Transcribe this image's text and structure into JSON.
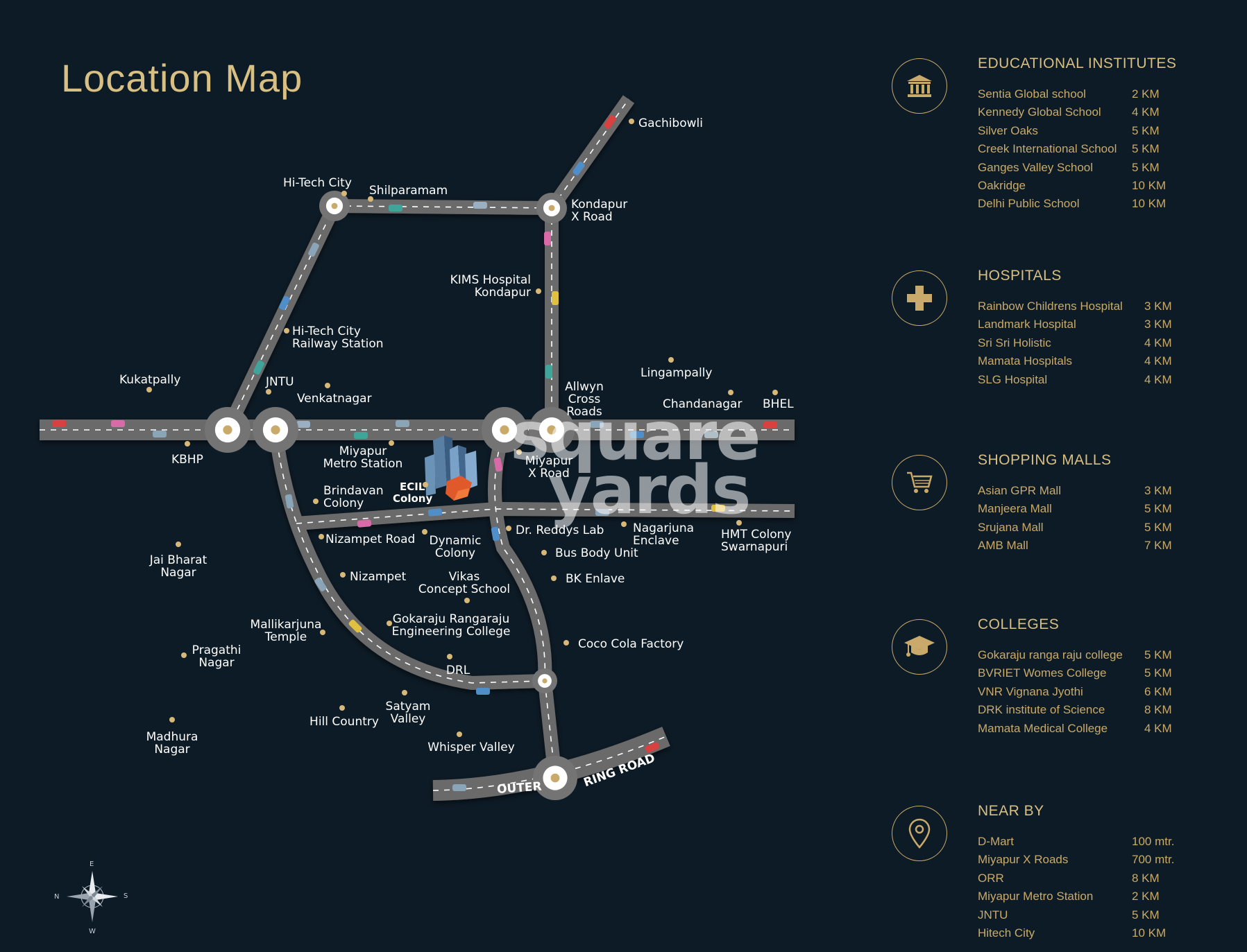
{
  "page_title": "Location Map",
  "watermark": {
    "line1": "square",
    "line2": "yards"
  },
  "roads": {
    "outer_ring_road_label_1": "OUTER",
    "outer_ring_road_label_2": "RING ROAD"
  },
  "project": {
    "name_line1": "ECIL",
    "name_line2": "Colony"
  },
  "compass": {
    "north": "N",
    "south": "S",
    "east": "E",
    "west": "W"
  },
  "places": [
    {
      "id": "gachibowli",
      "lines": [
        "Gachibowli"
      ]
    },
    {
      "id": "hitech-city",
      "lines": [
        "Hi-Tech City"
      ]
    },
    {
      "id": "shilparamam",
      "lines": [
        "Shilparamam"
      ]
    },
    {
      "id": "kondapur-x-road",
      "lines": [
        "Kondapur",
        "X Road"
      ]
    },
    {
      "id": "kims-hospital",
      "lines": [
        "KIMS Hospital",
        "Kondapur"
      ]
    },
    {
      "id": "hitech-railway",
      "lines": [
        "Hi-Tech City",
        "Railway Station"
      ]
    },
    {
      "id": "kukatpally",
      "lines": [
        "Kukatpally"
      ]
    },
    {
      "id": "jntu",
      "lines": [
        "JNTU"
      ]
    },
    {
      "id": "venkatnagar",
      "lines": [
        "Venkatnagar"
      ]
    },
    {
      "id": "allwyn",
      "lines": [
        "Allwyn",
        "Cross",
        "Roads"
      ]
    },
    {
      "id": "lingampally",
      "lines": [
        "Lingampally"
      ]
    },
    {
      "id": "chandanagar",
      "lines": [
        "Chandanagar"
      ]
    },
    {
      "id": "bhel",
      "lines": [
        "BHEL"
      ]
    },
    {
      "id": "kbhp",
      "lines": [
        "KBHP"
      ]
    },
    {
      "id": "miyapur-metro",
      "lines": [
        "Miyapur",
        "Metro Station"
      ]
    },
    {
      "id": "miyapur-x-road",
      "lines": [
        "Miyapur",
        "X Road"
      ]
    },
    {
      "id": "brindavan",
      "lines": [
        "Brindavan",
        "Colony"
      ]
    },
    {
      "id": "nizampet-road",
      "lines": [
        "Nizampet Road"
      ]
    },
    {
      "id": "dynamic-colony",
      "lines": [
        "Dynamic",
        "Colony"
      ]
    },
    {
      "id": "dr-reddys",
      "lines": [
        "Dr. Reddys Lab"
      ]
    },
    {
      "id": "nagarjuna",
      "lines": [
        "Nagarjuna",
        "Enclave"
      ]
    },
    {
      "id": "hmt-colony",
      "lines": [
        "HMT Colony",
        "Swarnapuri"
      ]
    },
    {
      "id": "bus-body",
      "lines": [
        "Bus Body Unit"
      ]
    },
    {
      "id": "jai-bharat",
      "lines": [
        "Jai Bharat",
        "Nagar"
      ]
    },
    {
      "id": "nizampet",
      "lines": [
        "Nizampet"
      ]
    },
    {
      "id": "vikas",
      "lines": [
        "Vikas",
        "Concept School"
      ]
    },
    {
      "id": "bk-enlave",
      "lines": [
        "BK Enlave"
      ]
    },
    {
      "id": "mallikarjuna",
      "lines": [
        "Mallikarjuna",
        "Temple"
      ]
    },
    {
      "id": "gokaraju",
      "lines": [
        "Gokaraju Rangaraju",
        "Engineering College"
      ]
    },
    {
      "id": "coco-cola",
      "lines": [
        "Coco Cola Factory"
      ]
    },
    {
      "id": "pragathi",
      "lines": [
        "Pragathi",
        "Nagar"
      ]
    },
    {
      "id": "drl",
      "lines": [
        "DRL"
      ]
    },
    {
      "id": "satyam",
      "lines": [
        "Satyam",
        "Valley"
      ]
    },
    {
      "id": "hill-country",
      "lines": [
        "Hill Country"
      ]
    },
    {
      "id": "madhura",
      "lines": [
        "Madhura",
        "Nagar"
      ]
    },
    {
      "id": "whisper",
      "lines": [
        "Whisper Valley"
      ]
    }
  ],
  "categories": [
    {
      "id": "educational",
      "title": "EDUCATIONAL INSTITUTES",
      "icon": "institution-icon",
      "items": [
        {
          "name": "Sentia Global school",
          "distance": "2 KM"
        },
        {
          "name": "Kennedy Global School",
          "distance": "4 KM"
        },
        {
          "name": "Silver Oaks",
          "distance": "5 KM"
        },
        {
          "name": "Creek International School",
          "distance": "5 KM"
        },
        {
          "name": "Ganges Valley School",
          "distance": "5 KM"
        },
        {
          "name": "Oakridge",
          "distance": "10 KM"
        },
        {
          "name": "Delhi Public School",
          "distance": "10 KM"
        }
      ]
    },
    {
      "id": "hospitals",
      "title": "HOSPITALS",
      "icon": "medical-cross-icon",
      "items": [
        {
          "name": "Rainbow Childrens Hospital",
          "distance": "3 KM"
        },
        {
          "name": "Landmark Hospital",
          "distance": "3 KM"
        },
        {
          "name": "Sri Sri Holistic",
          "distance": "4 KM"
        },
        {
          "name": "Mamata Hospitals",
          "distance": "4 KM"
        },
        {
          "name": "SLG Hospital",
          "distance": "4 KM"
        }
      ]
    },
    {
      "id": "malls",
      "title": "SHOPPING MALLS",
      "icon": "shopping-cart-icon",
      "items": [
        {
          "name": "Asian GPR Mall",
          "distance": "3 KM"
        },
        {
          "name": "Manjeera Mall",
          "distance": "5 KM"
        },
        {
          "name": "Srujana Mall",
          "distance": "5 KM"
        },
        {
          "name": "AMB Mall",
          "distance": "7 KM"
        }
      ]
    },
    {
      "id": "colleges",
      "title": "COLLEGES",
      "icon": "graduation-cap-icon",
      "items": [
        {
          "name": "Gokaraju ranga raju college",
          "distance": "5 KM"
        },
        {
          "name": "BVRIET Womes College",
          "distance": "5 KM"
        },
        {
          "name": "VNR Vignana Jyothi",
          "distance": "6 KM"
        },
        {
          "name": "DRK institute of Science",
          "distance": "8 KM"
        },
        {
          "name": "Mamata Medical College",
          "distance": "4 KM"
        }
      ]
    },
    {
      "id": "nearby",
      "title": "NEAR BY",
      "icon": "location-pin-icon",
      "items": [
        {
          "name": "D-Mart",
          "distance": "100 mtr."
        },
        {
          "name": "Miyapur X Roads",
          "distance": "700 mtr."
        },
        {
          "name": "ORR",
          "distance": "8 KM"
        },
        {
          "name": "Miyapur Metro Station",
          "distance": "2 KM"
        },
        {
          "name": "JNTU",
          "distance": "5 KM"
        },
        {
          "name": "Hitech City",
          "distance": "10 KM"
        }
      ]
    }
  ],
  "colors": {
    "background": "#0d1b26",
    "road": "#6a6a6a",
    "gold": "#c9aa6b",
    "dot": "#d8b878",
    "text": "#ffffff"
  }
}
